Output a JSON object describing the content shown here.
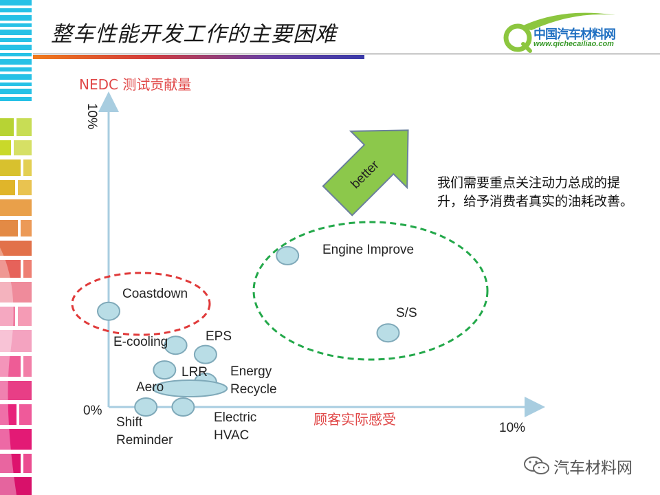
{
  "slide": {
    "title": "整车性能开发工作的主要困难",
    "logo": {
      "name": "中国汽车材料网",
      "url": "www.qichecailiao.com"
    },
    "watermark": "汽车材料网"
  },
  "chart_data": {
    "type": "scatter",
    "ylabel": "NEDC 测试贡献量",
    "xlabel": "顾客实际感受",
    "y_top_label": "10%",
    "origin_label": "0%",
    "x_end_label": "10%",
    "xlim": [
      0,
      10
    ],
    "ylim": [
      0,
      10
    ],
    "arrow_label": "better",
    "note": "我们需要重点关注动力总成的提升，给予消费者真实的油耗改善。",
    "points": [
      {
        "label": "Engine Improve",
        "x": 4.8,
        "y": 4.9
      },
      {
        "label": "S/S",
        "x": 7.5,
        "y": 2.4
      },
      {
        "label": "Coastdown",
        "x": 0.0,
        "y": 3.1
      },
      {
        "label": "E-cooling",
        "x": 1.8,
        "y": 2.0
      },
      {
        "label": "EPS",
        "x": 2.6,
        "y": 1.7
      },
      {
        "label": "LRR",
        "x": 1.5,
        "y": 1.2
      },
      {
        "label": "Energy Recycle",
        "x": 2.6,
        "y": 0.8
      },
      {
        "label": "Aero",
        "x": 1.0,
        "y": 0.6
      },
      {
        "label": "Shift Reminder",
        "x": 1.0,
        "y": 0.0
      },
      {
        "label": "Electric HVAC",
        "x": 2.0,
        "y": 0.0
      }
    ],
    "groups": [
      {
        "color": "#e03a3a",
        "style": "dashed",
        "members": [
          "Coastdown"
        ]
      },
      {
        "color": "#23a84a",
        "style": "dashed",
        "members": [
          "Engine Improve",
          "S/S"
        ]
      }
    ]
  },
  "colors": {
    "axis": "#a8cde0",
    "marker_fill": "#b9dde6",
    "marker_stroke": "#7fa9b9",
    "arrow_fill": "#8cc84b",
    "arrow_stroke": "#6a7f9c",
    "red_group": "#e03a3a",
    "green_group": "#23a84a",
    "axis_text_red": "#e04848"
  }
}
